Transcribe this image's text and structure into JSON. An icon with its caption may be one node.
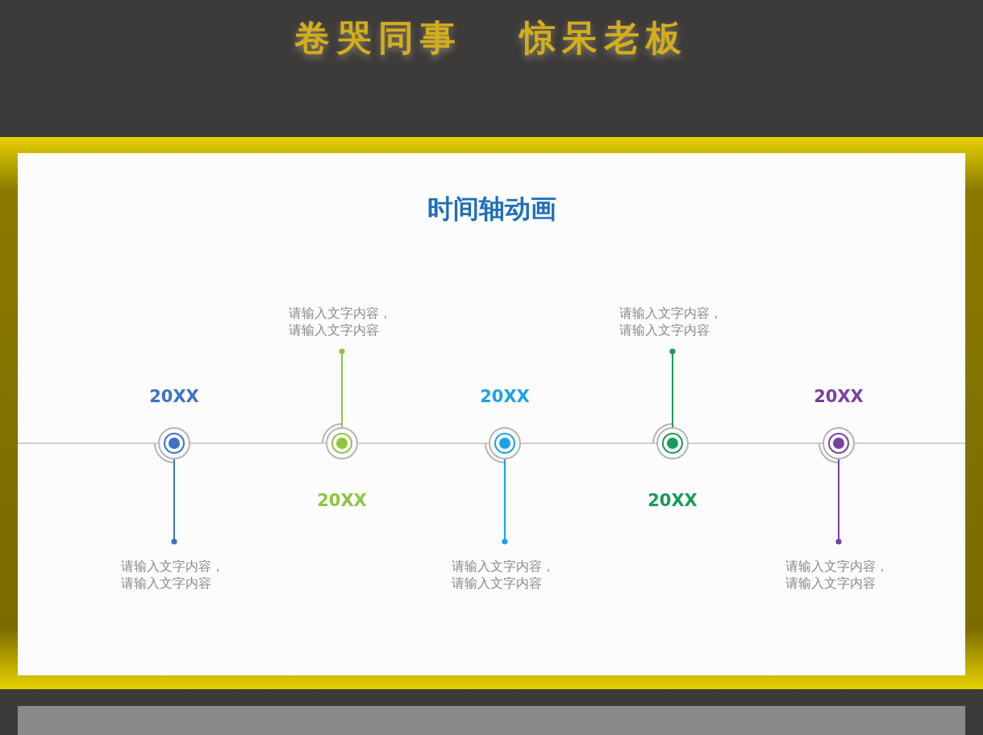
{
  "diagram": {
    "title": "时间轴动画",
    "nodes": [
      {
        "text": [],
        "shape": "circle",
        "beside": [
          "20XX"
        ]
      },
      {
        "text": [
          "请输入文字内容，请输入文字内容"
        ]
      },
      {
        "text": [],
        "shape": "circle",
        "beside": [
          "20XX"
        ]
      },
      {
        "text": [
          "请输入文字内容，请输入文字内容"
        ]
      },
      {
        "text": [],
        "shape": "circle",
        "beside": [
          "20XX"
        ]
      },
      {
        "text": [
          "请输入文字内容，请输入文字内容"
        ]
      },
      {
        "text": [],
        "shape": "circle",
        "beside": [
          "20XX"
        ]
      },
      {
        "text": [
          "请输入文字内容，请输入文字内容"
        ]
      },
      {
        "text": [],
        "shape": "circle",
        "beside": [
          "20XX"
        ]
      },
      {
        "text": [
          "请输入文字内容，请输入文字内容"
        ]
      }
    ],
    "edges": [
      {
        "from": 0,
        "to": 1,
        "arrow": "other",
        "color": "#3b73c9"
      },
      {
        "from": 2,
        "to": 3,
        "arrow": "other",
        "color": "#8dc63f"
      },
      {
        "from": 4,
        "to": 5,
        "arrow": "other",
        "color": "#1aa3e8"
      },
      {
        "from": 6,
        "to": 7,
        "arrow": "other",
        "color": "#1a9a5a"
      },
      {
        "from": 8,
        "to": 9,
        "arrow": "other",
        "color": "#7b3fa0"
      }
    ],
    "labels": [
      "卷哭同事",
      "惊呆老板"
    ]
  }
}
